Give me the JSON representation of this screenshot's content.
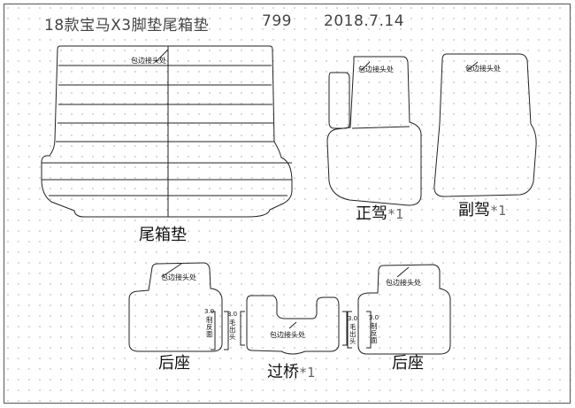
{
  "header": {
    "title": "18款宝马X3脚垫尾箱垫",
    "code": "799",
    "date": "2018.7.14"
  },
  "labels": {
    "trunk": "尾箱垫",
    "driver": "正驾",
    "driver_qty": "*1",
    "passenger": "副驾",
    "passenger_qty": "*1",
    "rear_left": "后座",
    "bridge": "过桥",
    "bridge_qty": "*1",
    "rear_right": "后座"
  },
  "annotations": {
    "edge_joint": "包边接头处",
    "fold_left_num": "3.0",
    "fold_left_text": "制反面",
    "fur_left_num": "3.0",
    "fur_left_text": "毛出头",
    "fur_right_num": "3.0",
    "fur_right_text": "毛出头",
    "fold_right_num": "3.0",
    "fold_right_text": "制反面"
  }
}
